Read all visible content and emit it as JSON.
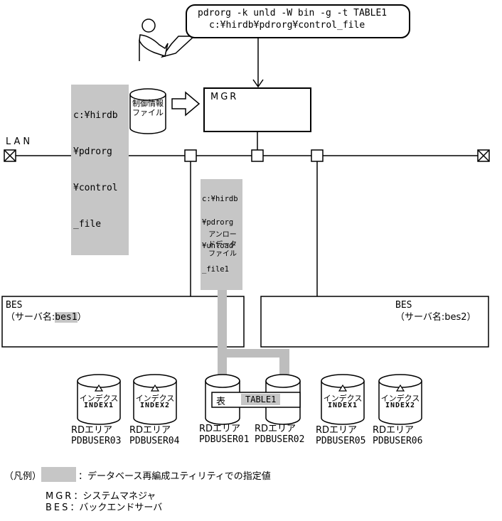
{
  "colors": {
    "highlight": "#c6c6c6",
    "flow_arrow": "#bdbdbd",
    "line": "#000000",
    "background": "#ffffff"
  },
  "command_bubble": {
    "line1": "pdrorg -k unld -W bin -g -t TABLE1",
    "line2": "c:¥hirdb¥pdrorg¥control_file"
  },
  "control_file": {
    "path_lines": [
      "c:¥hirdb",
      "¥pdrorg",
      "¥control",
      "_file"
    ],
    "cylinder_lines": [
      "制御情報",
      "ファイル"
    ]
  },
  "mgr": {
    "label": "MGR"
  },
  "lan": {
    "label": "LAN"
  },
  "unload_file": {
    "path_lines": [
      "c:¥hirdb",
      "¥pdrorg",
      "¥unload",
      "_file1"
    ],
    "cylinder_lines": [
      "アンロー",
      "ドデータ",
      "ファイル"
    ]
  },
  "bes1": {
    "title": "BES",
    "server_prefix": "（サーバ名:",
    "server_name": "bes1",
    "server_suffix": "）"
  },
  "bes2": {
    "title": "BES",
    "server_line": "（サーバ名:bes2）"
  },
  "table_box": {
    "kind": "表",
    "name": "TABLE1"
  },
  "rd_areas": [
    {
      "index_kind": "インデクス",
      "index_name": "INDEX1",
      "area": "RDエリア",
      "name": "PDBUSER03"
    },
    {
      "index_kind": "インデクス",
      "index_name": "INDEX2",
      "area": "RDエリア",
      "name": "PDBUSER04"
    },
    {
      "area": "RDエリア",
      "name": "PDBUSER01"
    },
    {
      "area": "RDエリア",
      "name": "PDBUSER02"
    },
    {
      "index_kind": "インデクス",
      "index_name": "INDEX1",
      "area": "RDエリア",
      "name": "PDBUSER05"
    },
    {
      "index_kind": "インデクス",
      "index_name": "INDEX2",
      "area": "RDエリア",
      "name": "PDBUSER06"
    }
  ],
  "legend": {
    "heading": "（凡例）",
    "highlight_desc": "：データベース再編成ユティリティでの指定値",
    "mgr_abbr": "MGR",
    "mgr_desc": "：システムマネジャ",
    "bes_abbr": "BES",
    "bes_desc": "：バックエンドサーバ"
  }
}
